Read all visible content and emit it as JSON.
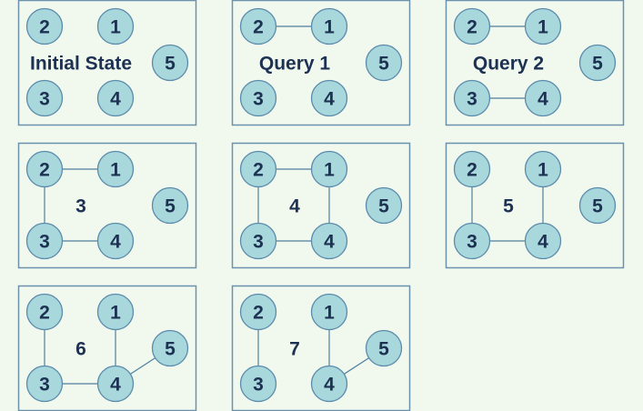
{
  "colors": {
    "background": "#f1f8ee",
    "node_fill": "#a8d8dc",
    "node_stroke": "#5b8bab",
    "text": "#1d3152",
    "edge": "#4f7f9e"
  },
  "panels": [
    {
      "label": "Initial State",
      "nodes": [
        "1",
        "2",
        "3",
        "4",
        "5"
      ],
      "edges": []
    },
    {
      "label": "Query 1",
      "nodes": [
        "1",
        "2",
        "3",
        "4",
        "5"
      ],
      "edges": [
        [
          "2",
          "1"
        ]
      ]
    },
    {
      "label": "Query 2",
      "nodes": [
        "1",
        "2",
        "3",
        "4",
        "5"
      ],
      "edges": [
        [
          "2",
          "1"
        ],
        [
          "3",
          "4"
        ]
      ]
    },
    {
      "label": "3",
      "nodes": [
        "1",
        "2",
        "3",
        "4",
        "5"
      ],
      "edges": [
        [
          "2",
          "1"
        ],
        [
          "2",
          "3"
        ],
        [
          "3",
          "4"
        ]
      ]
    },
    {
      "label": "4",
      "nodes": [
        "1",
        "2",
        "3",
        "4",
        "5"
      ],
      "edges": [
        [
          "2",
          "1"
        ],
        [
          "2",
          "3"
        ],
        [
          "3",
          "4"
        ],
        [
          "1",
          "4"
        ]
      ]
    },
    {
      "label": "5",
      "nodes": [
        "1",
        "2",
        "3",
        "4",
        "5"
      ],
      "edges": [
        [
          "2",
          "3"
        ],
        [
          "3",
          "4"
        ],
        [
          "1",
          "4"
        ]
      ]
    },
    {
      "label": "6",
      "nodes": [
        "1",
        "2",
        "3",
        "4",
        "5"
      ],
      "edges": [
        [
          "2",
          "3"
        ],
        [
          "3",
          "4"
        ],
        [
          "1",
          "4"
        ],
        [
          "4",
          "5"
        ]
      ]
    },
    {
      "label": "7",
      "nodes": [
        "1",
        "2",
        "3",
        "4",
        "5"
      ],
      "edges": [
        [
          "2",
          "3"
        ],
        [
          "1",
          "4"
        ],
        [
          "4",
          "5"
        ]
      ]
    }
  ]
}
